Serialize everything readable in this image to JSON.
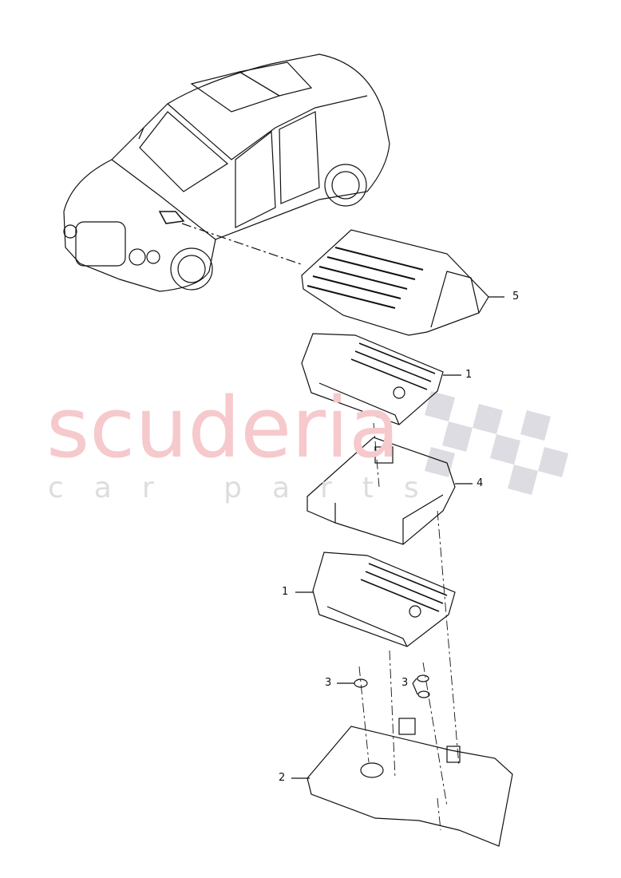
{
  "watermark": {
    "brand": "scuderia",
    "tagline": "car parts"
  },
  "callouts": [
    {
      "id": "5",
      "part": "cover"
    },
    {
      "id": "1",
      "part": "control-unit-upper"
    },
    {
      "id": "4",
      "part": "bracket"
    },
    {
      "id": "1",
      "part": "control-unit-lower"
    },
    {
      "id": "3",
      "part": "nut-left"
    },
    {
      "id": "3",
      "part": "nut-right"
    },
    {
      "id": "2",
      "part": "base-tray"
    }
  ]
}
